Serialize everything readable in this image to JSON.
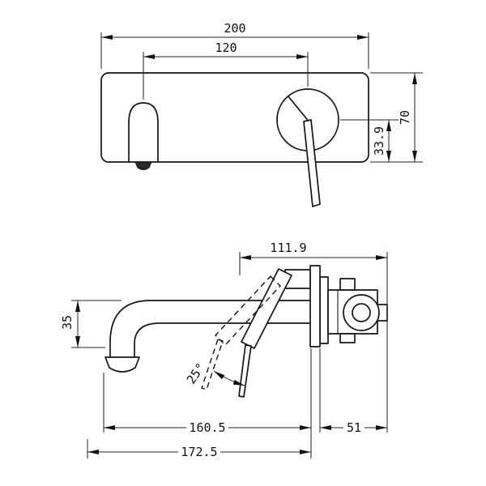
{
  "drawing": {
    "type": "wall-basin-mixer-dimension-drawing",
    "views": {
      "front": {
        "dims": {
          "overall_width": "200",
          "spout_to_handle_centers": "120",
          "handle_center_to_plate_bottom": "33.9",
          "plate_height": "70"
        }
      },
      "side": {
        "dims": {
          "handle_to_valve_depth": "111.9",
          "spout_drop": "35",
          "handle_swing_angle": "25°",
          "spout_reach": "160.5",
          "wall_to_valve_back": "51",
          "overall_projection": "172.5"
        }
      }
    }
  }
}
